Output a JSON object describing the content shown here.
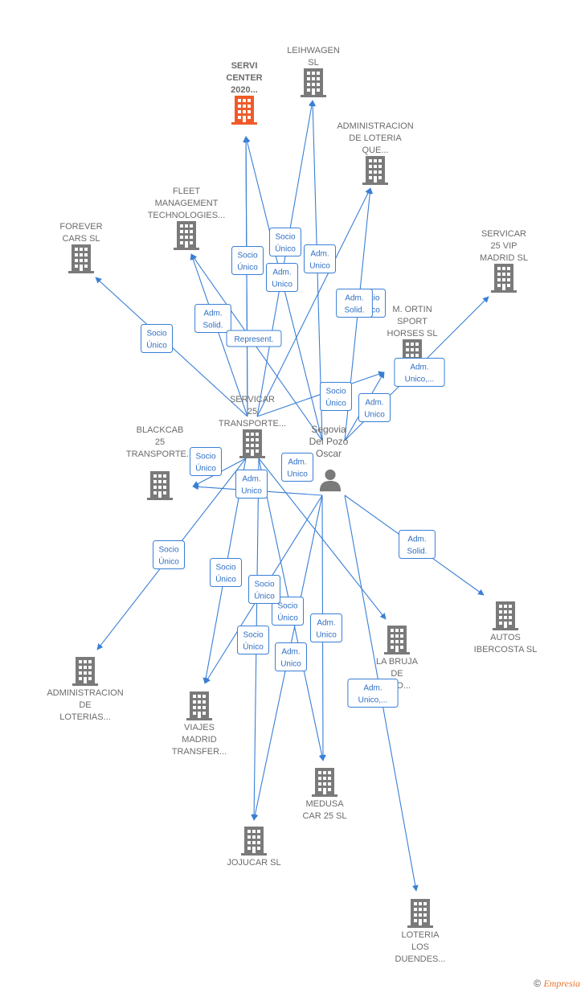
{
  "colors": {
    "edge": "#3a7fd5",
    "building": "#7a7a7a",
    "highlight": "#f05a28",
    "label": "#6b6b6b"
  },
  "nodes": [
    {
      "id": "servi",
      "lines": [
        "SERVI",
        "CENTER",
        "2020..."
      ],
      "highlight": true
    },
    {
      "id": "leih",
      "lines": [
        "LEIHWAGEN",
        "SL"
      ]
    },
    {
      "id": "admlot",
      "lines": [
        "ADMINISTRACION",
        "DE LOTERIA",
        "QUE..."
      ]
    },
    {
      "id": "fleet",
      "lines": [
        "FLEET",
        "MANAGEMENT",
        "TECHNOLOGIES..."
      ]
    },
    {
      "id": "forever",
      "lines": [
        "FOREVER",
        "CARS  SL"
      ]
    },
    {
      "id": "s25vip",
      "lines": [
        "SERVICAR",
        "25 VIP",
        "MADRID  SL"
      ]
    },
    {
      "id": "mortin",
      "lines": [
        "M. ORTIN",
        "SPORT",
        "HORSES  SL"
      ]
    },
    {
      "id": "s25t",
      "lines": [
        "SERVICAR",
        "25",
        "TRANSPORTE..."
      ]
    },
    {
      "id": "blackcab",
      "lines": [
        "BLACKCAB",
        "25",
        "TRANSPORTE..."
      ]
    },
    {
      "id": "autos",
      "lines": [
        "AUTOS",
        "IBERCOSTA  SL"
      ]
    },
    {
      "id": "labruja",
      "lines": [
        "LA BRUJA",
        "DE",
        "ORO..."
      ]
    },
    {
      "id": "admlots",
      "lines": [
        "ADMINISTRACION",
        "DE",
        "LOTERIAS..."
      ]
    },
    {
      "id": "viajes",
      "lines": [
        "VIAJES",
        "MADRID",
        "TRANSFER..."
      ]
    },
    {
      "id": "medusa",
      "lines": [
        "MEDUSA",
        "CAR 25  SL"
      ]
    },
    {
      "id": "jojucar",
      "lines": [
        "JOJUCAR SL"
      ]
    },
    {
      "id": "duendes",
      "lines": [
        "LOTERIA",
        "LOS",
        "DUENDES..."
      ]
    }
  ],
  "person": {
    "id": "segovia",
    "lines": [
      "Segovia",
      "Del Pozo",
      "Oscar"
    ]
  },
  "edges": [
    {
      "from": "s25t",
      "to": "servi",
      "label": [
        "Socio",
        "Único"
      ]
    },
    {
      "from": "s25t",
      "to": "leih",
      "label": [
        "Socio",
        "Único"
      ]
    },
    {
      "from": "s25t",
      "to": "admlot",
      "label": [
        "Socio",
        "Único"
      ]
    },
    {
      "from": "s25t",
      "to": "fleet",
      "label": [
        "Adm.",
        "Solid."
      ]
    },
    {
      "from": "s25t",
      "to": "forever",
      "label": [
        "Socio",
        "Único"
      ]
    },
    {
      "from": "s25t",
      "to": "blackcab",
      "label": [
        "Socio",
        "Único"
      ]
    },
    {
      "from": "s25t",
      "to": "admlots",
      "label": [
        "Socio",
        "Único"
      ]
    },
    {
      "from": "s25t",
      "to": "viajes",
      "label": [
        "Socio",
        "Único"
      ]
    },
    {
      "from": "s25t",
      "to": "medusa",
      "label": [
        "Socio",
        "Único"
      ]
    },
    {
      "from": "s25t",
      "to": "jojucar",
      "label": [
        "Socio",
        "Único"
      ]
    },
    {
      "from": "s25t",
      "to": "labruja",
      "label": [
        "Socio",
        "Único"
      ]
    },
    {
      "from": "s25t",
      "to": "mortin",
      "label": [
        "Socio",
        "Único"
      ]
    },
    {
      "from": "segovia",
      "to": "servi",
      "label": [
        "Adm.",
        "Unico"
      ]
    },
    {
      "from": "segovia",
      "to": "leih",
      "label": [
        "Adm.",
        "Unico"
      ]
    },
    {
      "from": "segovia",
      "to": "admlot",
      "label": [
        "Adm.",
        "Solid."
      ]
    },
    {
      "from": "segovia",
      "to": "fleet",
      "label": [
        "Represent."
      ]
    },
    {
      "from": "segovia",
      "to": "s25vip",
      "label": [
        "Adm.",
        "Unico"
      ]
    },
    {
      "from": "segovia",
      "to": "mortin",
      "label": [
        "Adm.",
        "Unico,..."
      ]
    },
    {
      "from": "segovia",
      "to": "blackcab",
      "label": [
        "Adm.",
        "Unico"
      ]
    },
    {
      "from": "segovia",
      "to": "autos",
      "label": [
        "Adm.",
        "Solid."
      ]
    },
    {
      "from": "segovia",
      "to": "viajes",
      "label": [
        "Adm.",
        "Unico"
      ]
    },
    {
      "from": "segovia",
      "to": "medusa",
      "label": [
        "Adm.",
        "Unico"
      ]
    },
    {
      "from": "segovia",
      "to": "jojucar",
      "label": [
        "Adm.",
        "Unico"
      ]
    },
    {
      "from": "segovia",
      "to": "duendes",
      "label": [
        "Adm.",
        "Unico,..."
      ]
    },
    {
      "from": "s25t",
      "to": "servi",
      "label": [
        "Adm.",
        "Unico"
      ]
    }
  ],
  "footer": {
    "copyright": "©",
    "brand": "Empresia"
  }
}
